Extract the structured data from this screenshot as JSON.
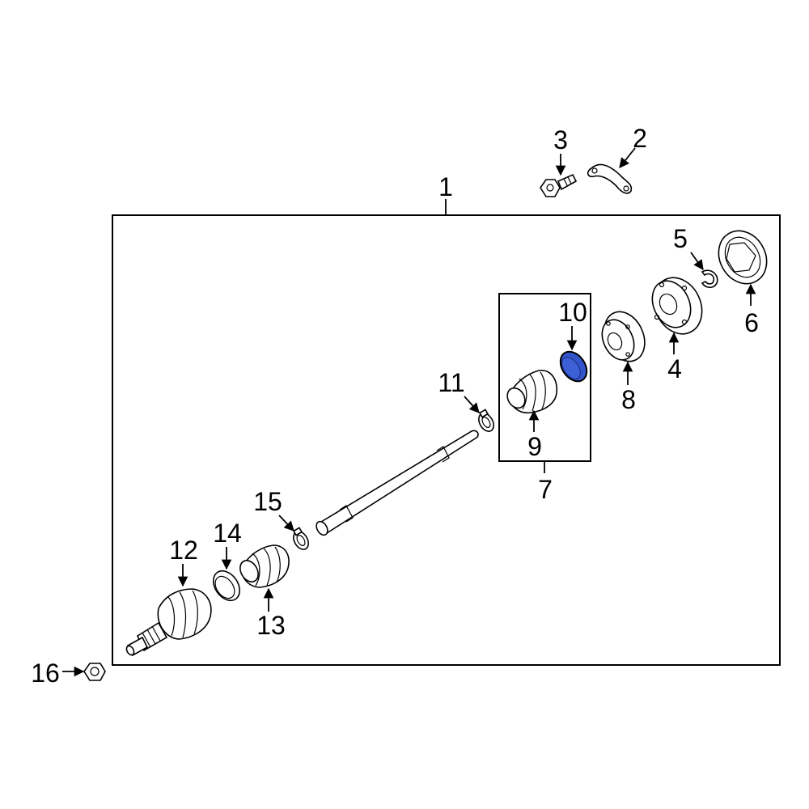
{
  "diagram": {
    "callouts": {
      "c1": "1",
      "c2": "2",
      "c3": "3",
      "c4": "4",
      "c5": "5",
      "c6": "6",
      "c7": "7",
      "c8": "8",
      "c9": "9",
      "c10": "10",
      "c11": "11",
      "c12": "12",
      "c13": "13",
      "c14": "14",
      "c15": "15",
      "c16": "16"
    },
    "highlighted_part": "10",
    "highlight_color": "#3355cc"
  }
}
